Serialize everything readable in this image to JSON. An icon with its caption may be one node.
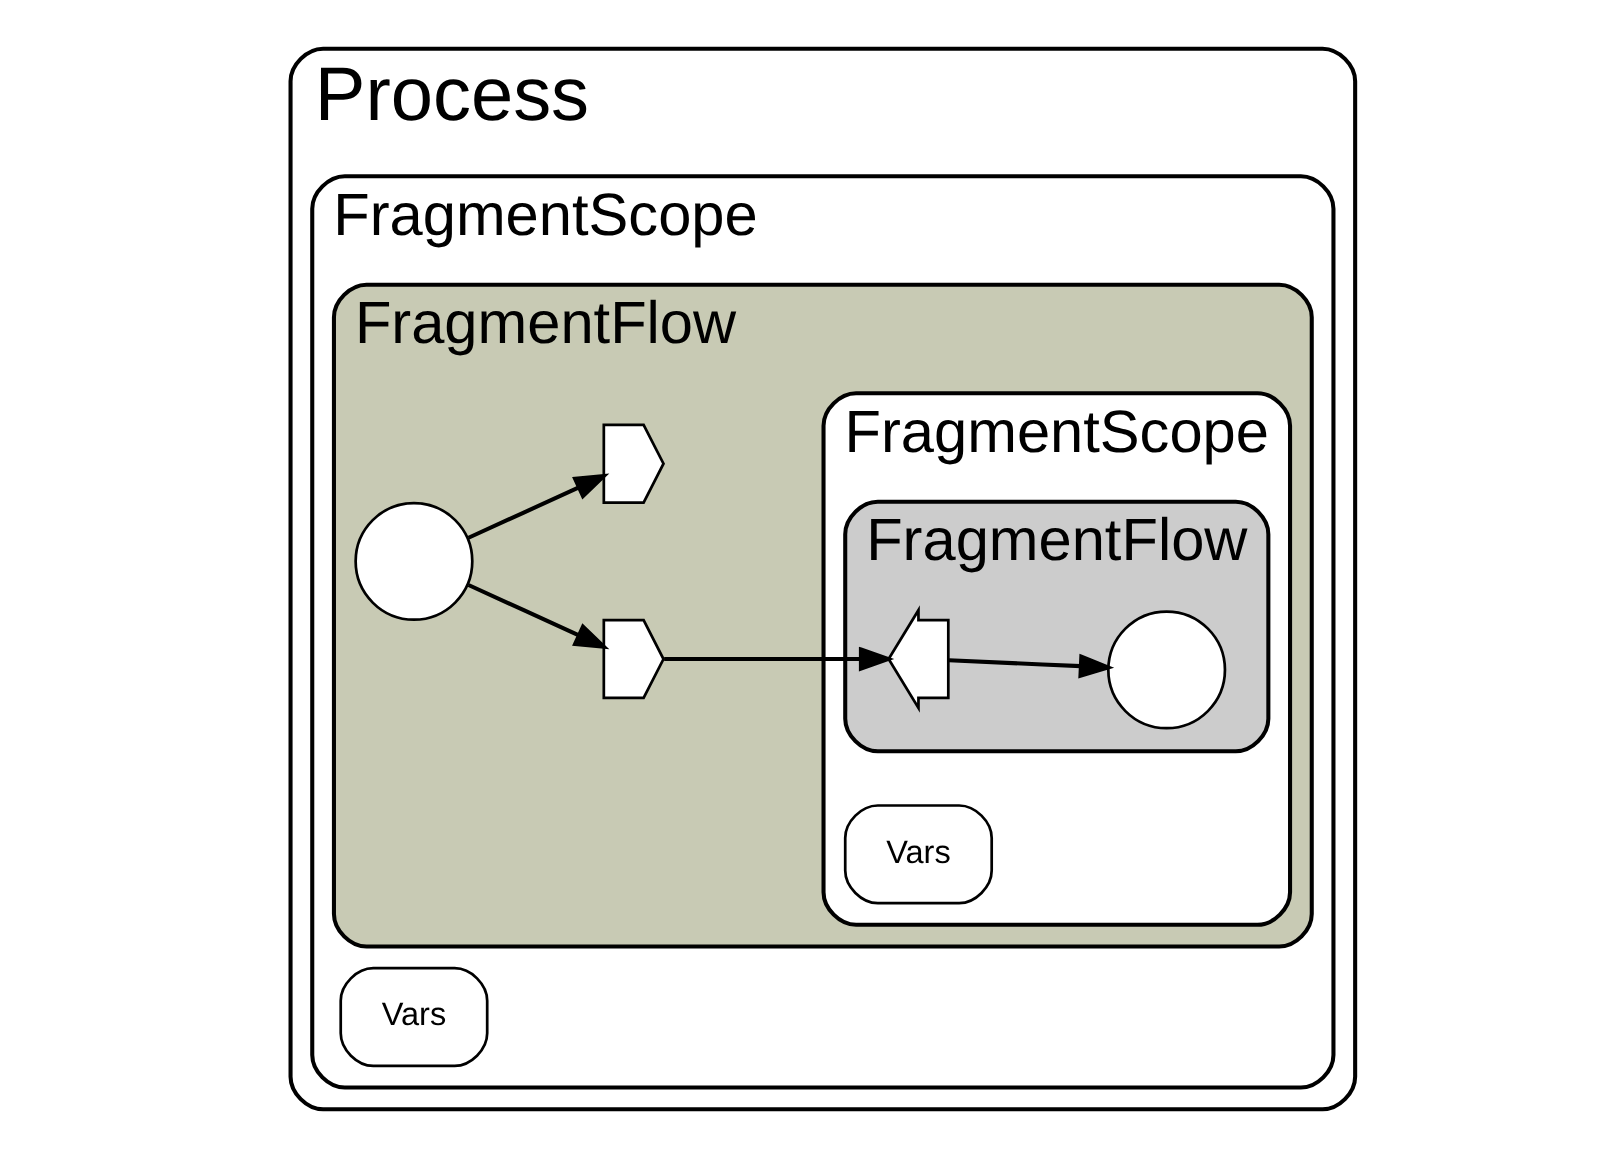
{
  "diagram": {
    "nodes": [
      {
        "text": [
          "Process"
        ]
      },
      {
        "text": [
          "FragmentScope"
        ],
        "in": 0
      },
      {
        "text": [
          "Vars"
        ],
        "in": 1
      },
      {
        "text": [
          "FragmentFlow"
        ],
        "in": 1
      },
      {
        "text": [],
        "shape": "circle",
        "in": 3
      },
      {
        "text": [],
        "shape": "pentagon",
        "in": 3
      },
      {
        "text": [],
        "shape": "pentagon",
        "in": 3
      },
      {
        "text": [
          "FragmentScope"
        ],
        "in": 3
      },
      {
        "text": [
          "Vars"
        ],
        "in": 7
      },
      {
        "text": [
          "FragmentFlow"
        ],
        "in": 7
      },
      {
        "text": [],
        "shape": "chevron",
        "in": 9
      },
      {
        "text": [],
        "shape": "circle",
        "in": 9
      }
    ],
    "edges": [
      {
        "from": 4,
        "to": 5,
        "arrow": "to"
      },
      {
        "from": 4,
        "to": 6,
        "arrow": "to"
      },
      {
        "from": 6,
        "to": 10,
        "arrow": "to"
      },
      {
        "from": 10,
        "to": 11,
        "arrow": "to"
      }
    ]
  }
}
